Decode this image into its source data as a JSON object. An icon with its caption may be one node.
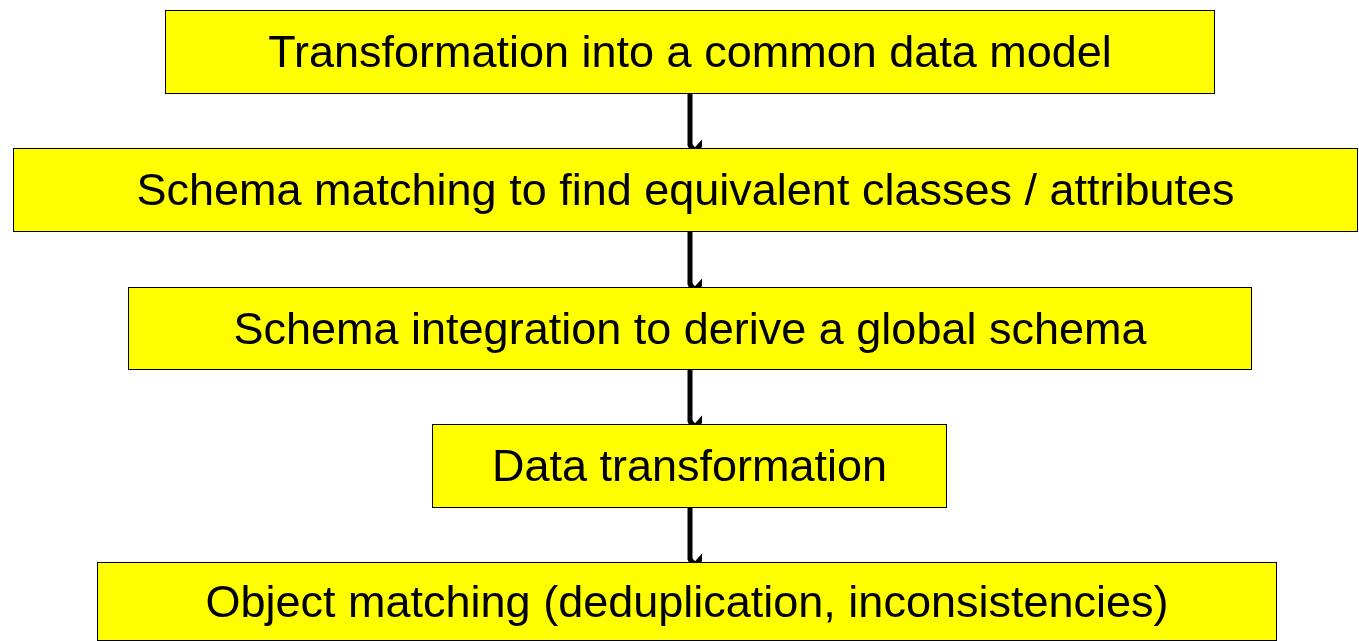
{
  "diagram": {
    "nodes": [
      {
        "text": [
          "Transformation into a common data model"
        ]
      },
      {
        "text": [
          "Schema matching to find equivalent classes / attributes"
        ]
      },
      {
        "text": [
          "Schema integration to derive a global schema"
        ]
      },
      {
        "text": [
          "Data transformation"
        ]
      },
      {
        "text": [
          "Object matching (deduplication, inconsistencies)"
        ]
      }
    ],
    "edges": [
      {
        "from": 0,
        "to": 1,
        "arrow": "to"
      },
      {
        "from": 1,
        "to": 2,
        "arrow": "to"
      },
      {
        "from": 2,
        "to": 3,
        "arrow": "to"
      },
      {
        "from": 3,
        "to": 4,
        "arrow": "to"
      }
    ]
  }
}
